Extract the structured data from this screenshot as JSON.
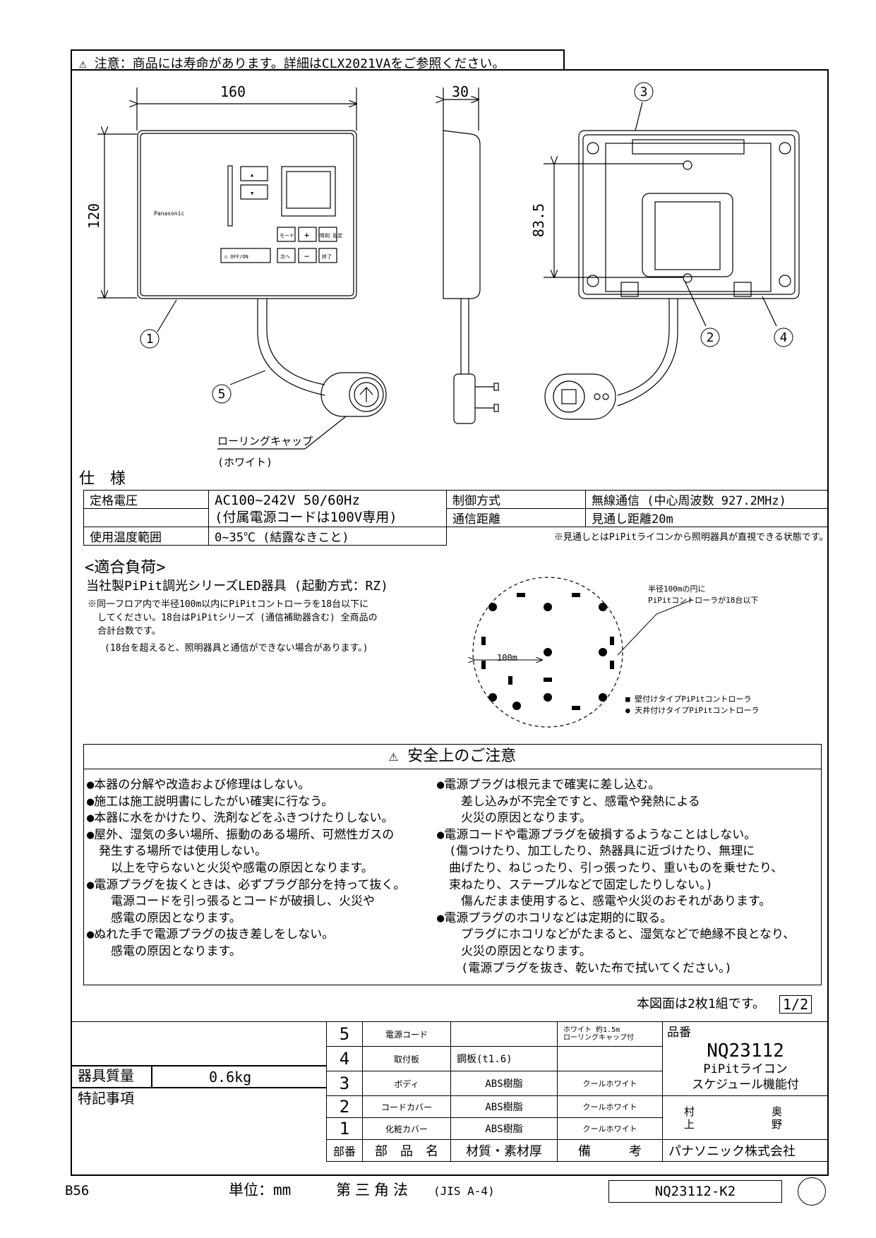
{
  "caution_top": "注意：商品には寿命があります。詳細はCLX2021VAをご参照ください。",
  "dimensions": {
    "width": "160",
    "height": "120",
    "depth": "30",
    "mount": "83.5"
  },
  "parts_labels": {
    "p1": "1",
    "p2": "2",
    "p3": "3",
    "p4": "4",
    "p5": "5"
  },
  "device": {
    "brand": "Panasonic",
    "offon": "◻ OFF/ON",
    "btn_mode": "モード",
    "btn_plus": "+",
    "btn_minus": "−",
    "btn_next": "次へ",
    "btn_set": "時刻 設定",
    "btn_end": "終了",
    "up": "▲",
    "down": "▼"
  },
  "rolling_cap": {
    "label": "ローリングキャップ",
    "color": "(ホワイト)"
  },
  "spec": {
    "heading": "仕　様",
    "rated_voltage_label": "定格電圧",
    "rated_voltage_value": "AC100~242V 50/60Hz",
    "rated_voltage_note": "(付属電源コードは100V専用)",
    "control_label": "制御方式",
    "control_value": "無線通信 (中心周波数 927.2MHz)",
    "distance_label": "通信距離",
    "distance_value": "見通し距離20m",
    "temp_label": "使用温度範囲",
    "temp_value": "0~35℃ (結露なきこと)",
    "note": "※見通しとはPiPitライコンから照明器具が直視できる状態です。"
  },
  "load": {
    "heading": "<適合負荷>",
    "line1": "当社製PiPit調光シリーズLED器具 (起動方式：RZ)",
    "note1": "※同一フロア内で半径100m以内にPiPitコントローラを18台以下に",
    "note2": "してください。18台はPiPitシリーズ (通信補助器含む) 全商品の",
    "note3": "合計台数です。",
    "note4": "(18台を超えると、照明器具と通信ができない場合があります。)"
  },
  "circle": {
    "callout1": "半径100mの円に",
    "callout2": "PiPitコントローラが18台以下",
    "radius_label": "100m",
    "legend_wall": "■ 壁付けタイプPiPitコントローラ",
    "legend_ceiling": "● 天井付けタイプPiPitコントローラ"
  },
  "safety": {
    "title": "安全上のご注意",
    "left": "●本器の分解や改造および修理はしない。\n●施工は施工説明書にしたがい確実に行なう。\n●本器に水をかけたり、洗剤などをふきつけたりしない。\n●屋外、湿気の多い場所、振動のある場所、可燃性ガスの\n　発生する場所では使用しない。\n　　以上を守らないと火災や感電の原因となります。\n●電源プラグを抜くときは、必ずプラグ部分を持って抜く。\n　　電源コードを引っ張るとコードが破損し、火災や\n　　感電の原因となります。\n●ぬれた手で電源プラグの抜き差しをしない。\n　　感電の原因となります。",
    "right": "●電源プラグは根元まで確実に差し込む。\n　　差し込みが不完全ですと、感電や発熱による\n　　火災の原因となります。\n●電源コードや電源プラグを破損するようなことはしない。\n　(傷つけたり、加工したり、熱器具に近づけたり、無理に\n　曲げたり、ねじったり、引っ張ったり、重いものを乗せたり、\n　束ねたり、ステープルなどで固定したりしない。)\n　　傷んだまま使用すると、感電や火災のおそれがあります。\n●電源プラグのホコリなどは定期的に取る。\n　　プラグにホコリなどがたまると、湿気などで絶縁不良となり、\n　　火災の原因となります。\n　　(電源プラグを抜き、乾いた布で拭いてください。)"
  },
  "set_note": "本図面は2枚1組です。",
  "page": "1/2",
  "bom": {
    "rows": [
      {
        "no": "5",
        "name": "電源コード",
        "material": "",
        "remark": "ホワイト 約1.5m\nローリングキャップ付"
      },
      {
        "no": "4",
        "name": "取付板",
        "material": "鋼板(t1.6)",
        "remark": ""
      },
      {
        "no": "3",
        "name": "ボディ",
        "material": "ABS樹脂",
        "remark": "クールホワイト"
      },
      {
        "no": "2",
        "name": "コードカバー",
        "material": "ABS樹脂",
        "remark": "クールホワイト"
      },
      {
        "no": "1",
        "name": "化粧カバー",
        "material": "ABS樹脂",
        "remark": "クールホワイト"
      }
    ],
    "head_no": "部番",
    "head_name": "部　品　名",
    "head_material": "材質・素材厚",
    "head_remark": "備　　　考"
  },
  "product": {
    "label": "品番",
    "number": "NQ23112",
    "name1": "PiPitライコン",
    "name2": "スケジュール機能付",
    "sign1a": "村",
    "sign1b": "上",
    "sign2a": "奥",
    "sign2b": "野",
    "company": "パナソニック株式会社"
  },
  "mass": {
    "label": "器具質量",
    "value": "0.6kg"
  },
  "special_label": "特記事項",
  "footer": {
    "code": "B56",
    "unit": "単位：mm",
    "projection": "第三角法",
    "paper": "(JIS A-4)",
    "drawing_no": "NQ23112-K2"
  }
}
